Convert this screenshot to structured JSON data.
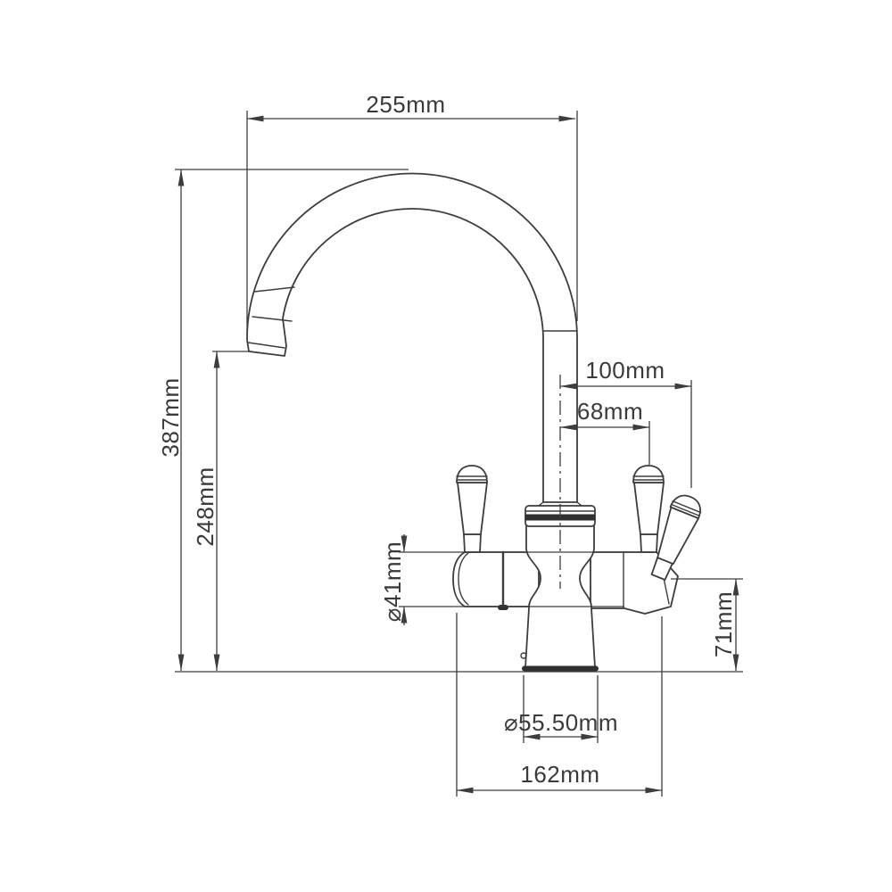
{
  "figure": {
    "type": "technical-dimension-drawing",
    "subject": "three-handle kitchen mixer tap, front elevation line drawing",
    "background_color": "#ffffff",
    "line_color": "#3d3d3d",
    "text_color": "#3a3a3a"
  },
  "dimensions": {
    "spout_reach": {
      "label": "255mm",
      "orientation": "horizontal",
      "position": "top"
    },
    "overall_height": {
      "label": "387mm",
      "orientation": "vertical",
      "position": "left-outer"
    },
    "spout_height": {
      "label": "248mm",
      "orientation": "vertical",
      "position": "left-inner"
    },
    "right_handle_reach": {
      "label": "100mm",
      "orientation": "horizontal",
      "position": "right-upper"
    },
    "front_handle_reach": {
      "label": "68mm",
      "orientation": "horizontal",
      "position": "right-lower"
    },
    "valve_diameter": {
      "label": "⌀41mm",
      "orientation": "vertical",
      "position": "mid-left"
    },
    "side_body_height": {
      "label": "71mm",
      "orientation": "vertical",
      "position": "right-lower"
    },
    "base_diameter": {
      "label": "⌀55.50mm",
      "orientation": "horizontal",
      "position": "bottom-upper"
    },
    "overall_width": {
      "label": "162mm",
      "orientation": "horizontal",
      "position": "bottom-lower"
    }
  }
}
